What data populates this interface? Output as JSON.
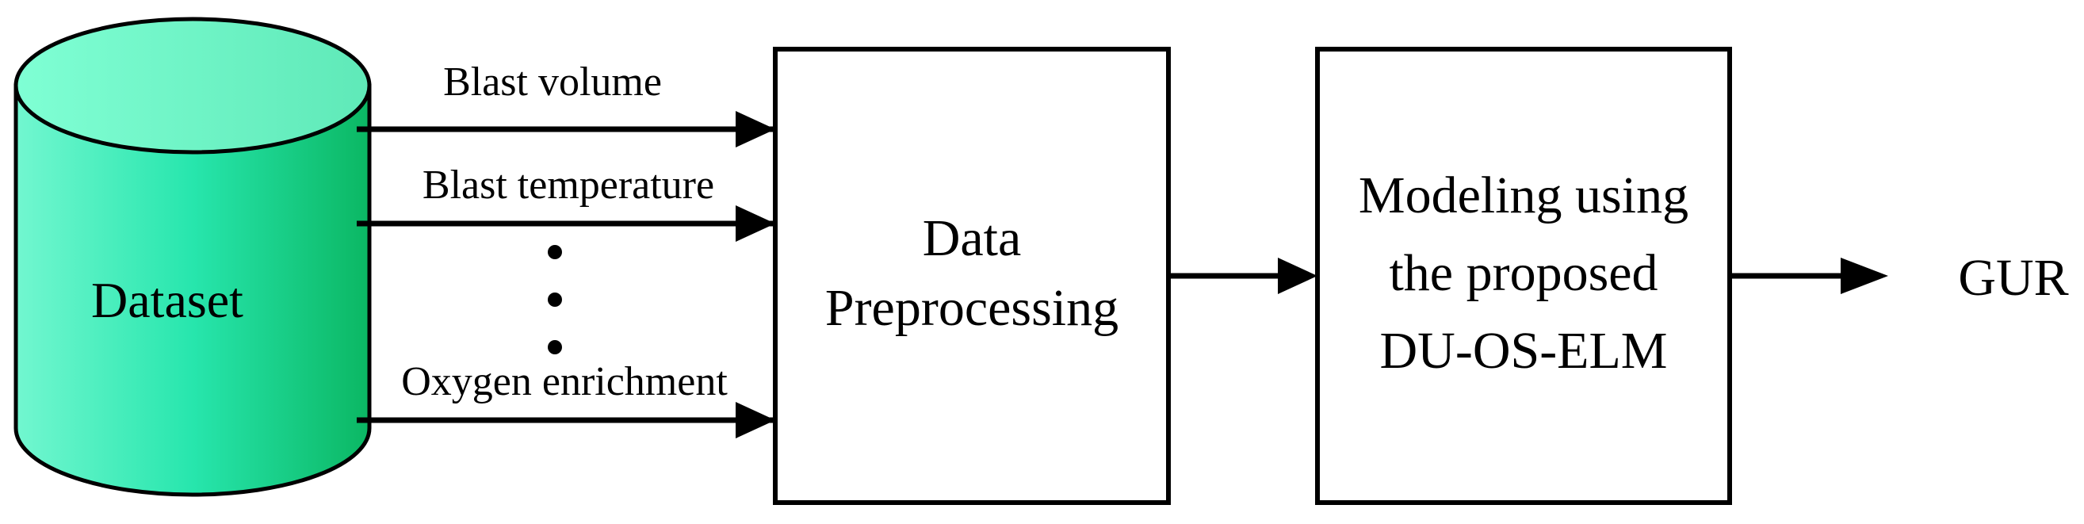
{
  "dataset": {
    "label": "Dataset"
  },
  "inputs": [
    {
      "label": "Blast volume"
    },
    {
      "label": "Blast temperature"
    },
    {
      "label": "Oxygen enrichment"
    }
  ],
  "ellipsis": {
    "label": "• • •"
  },
  "preprocessing": {
    "line1": "Data",
    "line2": "Preprocessing"
  },
  "modeling": {
    "line1": "Modeling using",
    "line2": "the proposed",
    "line3": "DU-OS-ELM"
  },
  "output": {
    "label": "GUR"
  },
  "colors": {
    "cylinder_light": "#7fffd4",
    "cylinder_mid": "#1de2a6",
    "cylinder_dark": "#0cb866",
    "stroke": "#000000"
  }
}
